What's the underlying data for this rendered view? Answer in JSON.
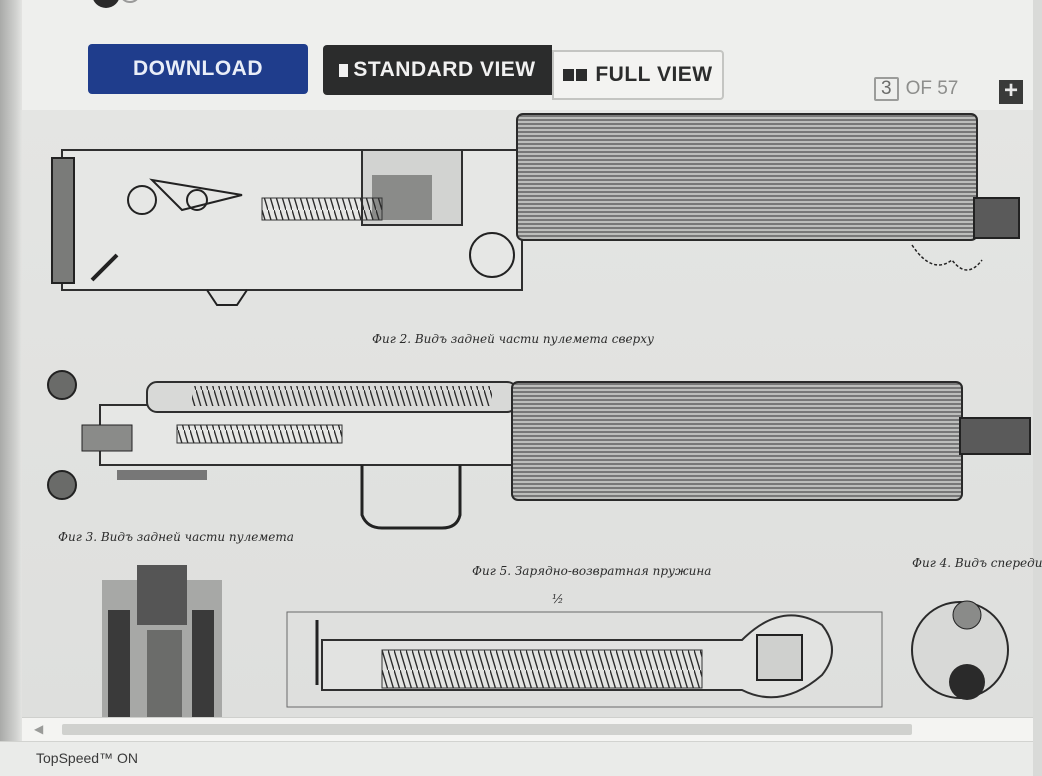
{
  "toolbar": {
    "download_label": "DOWNLOAD",
    "standard_view_label": "STANDARD VIEW",
    "full_view_label": "FULL VIEW",
    "pager": {
      "current": "3",
      "of_label": "OF 57"
    },
    "plus_label": "+"
  },
  "document": {
    "captions": {
      "fig2": "Фиг 2. Видъ задней части пулемета сверху",
      "fig3": "Фиг 3. Видъ задней части пулемета",
      "fig5": "Фиг 5. Зарядно-возвратная пружина",
      "fig4": "Фиг 4. Видъ спереди",
      "half": "½"
    }
  },
  "statusbar": {
    "text": "TopSpeed™ ON"
  },
  "colors": {
    "download": "#1f3d8c",
    "standard_view": "#2b2c2c"
  }
}
